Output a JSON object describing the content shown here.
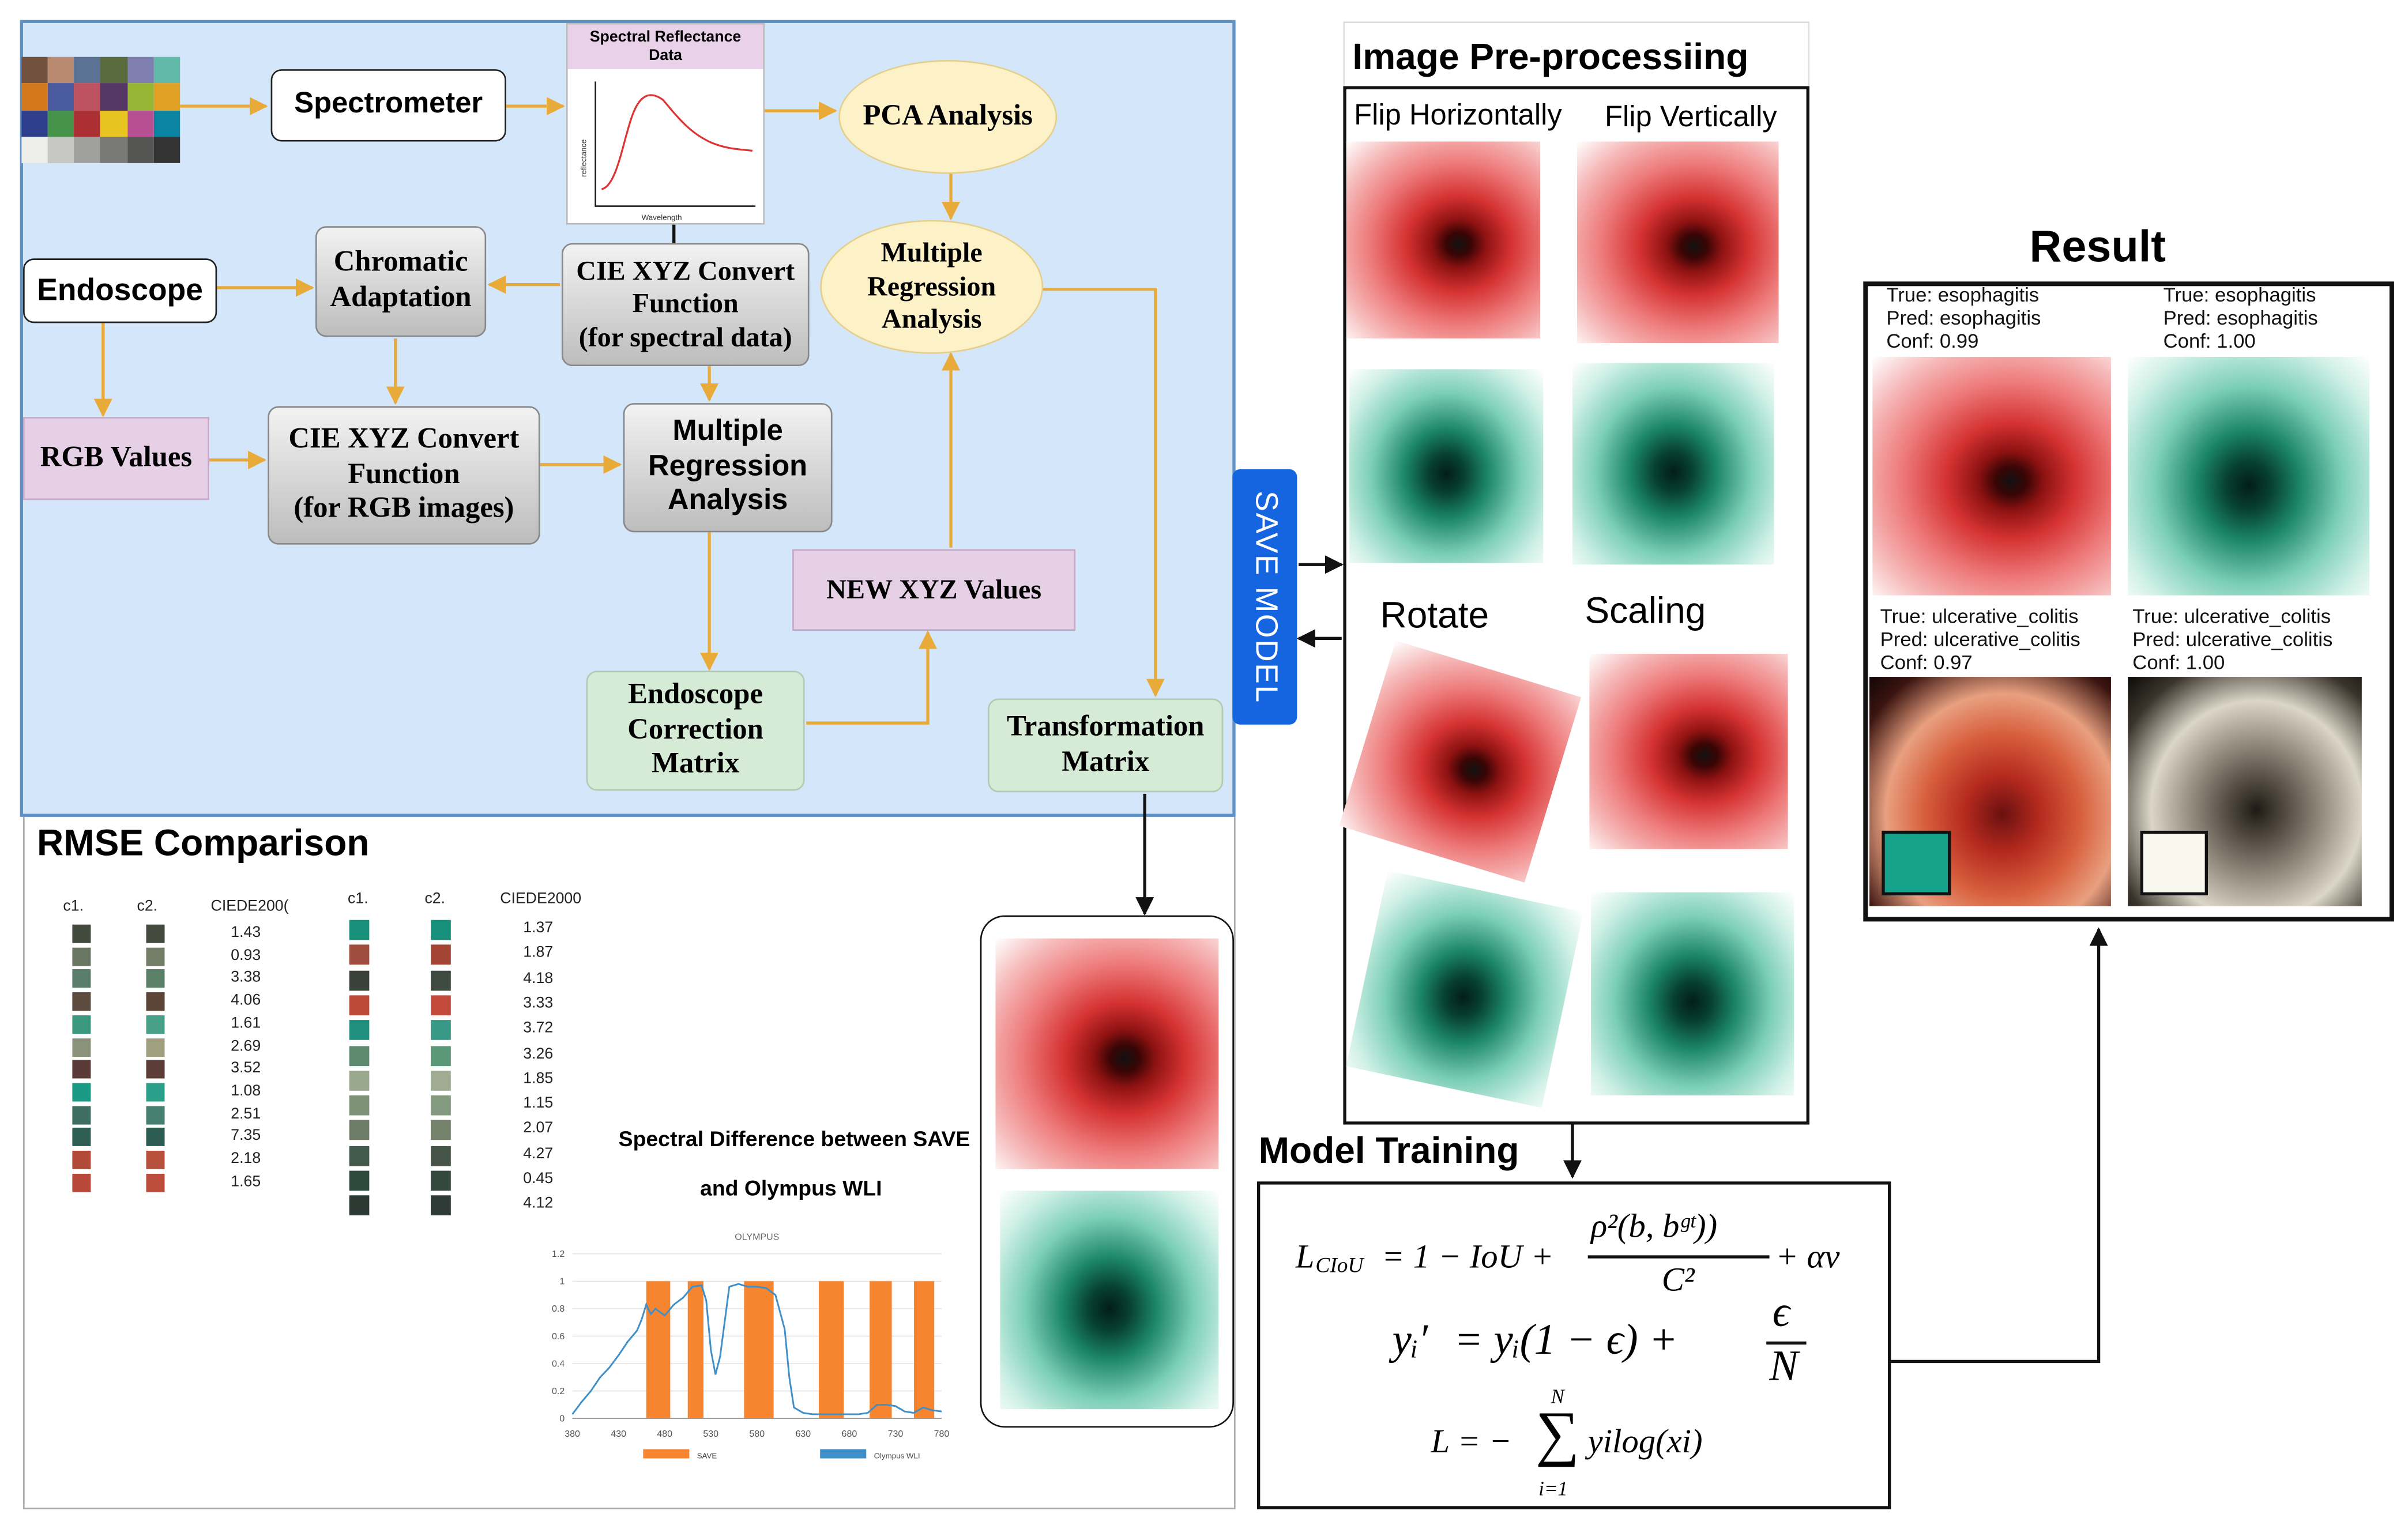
{
  "flow": {
    "spectrometer": "Spectrometer",
    "spectral_card_title": "Spectral Reflectance Data",
    "spectral_axis_y": "reflectance",
    "spectral_axis_x": "Wavelength",
    "pca": "PCA Analysis",
    "endoscope": "Endoscope",
    "chromatic": [
      "Chromatic",
      "Adaptation"
    ],
    "cie_spectral": [
      "CIE XYZ Convert",
      "Function",
      "(for spectral data)"
    ],
    "multi_reg_top": [
      "Multiple",
      "Regression",
      "Analysis"
    ],
    "rgb_values": "RGB Values",
    "cie_rgb": [
      "CIE XYZ Convert",
      "Function",
      "(for RGB images)"
    ],
    "multi_reg_mid": [
      "Multiple",
      "Regression",
      "Analysis"
    ],
    "new_xyz": "NEW XYZ Values",
    "endo_matrix": [
      "Endoscope",
      "Correction",
      "Matrix"
    ],
    "transform_matrix": [
      "Transformation",
      "Matrix"
    ]
  },
  "colors": {
    "flow_bg": "#d4e6f9",
    "save_blue": "#1565e0",
    "accent_orange": "#e8ab3a",
    "saveband_orange": "#f7842f",
    "olympus_blue": "#3f8fc9"
  },
  "save_model": "SAVE MODEL",
  "rmse": {
    "title": "RMSE Comparison",
    "left": {
      "headers": [
        "c1.",
        "c2.",
        "CIEDE200("
      ],
      "values": [
        "1.43",
        "0.93",
        "3.38",
        "4.06",
        "1.61",
        "2.69",
        "3.52",
        "1.08",
        "2.51",
        "7.35",
        "2.18",
        "1.65"
      ],
      "c1": [
        "#424a3e",
        "#6a7763",
        "#5a7e6a",
        "#5c4a3e",
        "#3c9880",
        "#8a927a",
        "#5a3a36",
        "#1a9a84",
        "#3d6e60",
        "#2e5e52",
        "#b24a3a",
        "#b8483a"
      ],
      "c2": [
        "#444a3e",
        "#727e68",
        "#5a8068",
        "#5c4436",
        "#48a08a",
        "#a0a080",
        "#5c3c36",
        "#2aa08a",
        "#468070",
        "#2c5c52",
        "#b8503e",
        "#bc4c3c"
      ]
    },
    "right": {
      "headers": [
        "c1.",
        "c2.",
        "CIEDE2000"
      ],
      "values": [
        "1.37",
        "1.87",
        "4.18",
        "3.33",
        "3.72",
        "3.26",
        "1.85",
        "1.15",
        "2.07",
        "4.27",
        "0.45",
        "4.12"
      ],
      "c1": [
        "#18907a",
        "#a04c3e",
        "#3a403a",
        "#bc4a3a",
        "#22907e",
        "#5e8a70",
        "#9aa88e",
        "#7e9278",
        "#6c7c66",
        "#425a4c",
        "#2e4a3e",
        "#2c3a34"
      ],
      "c2": [
        "#16907a",
        "#a44434",
        "#3e4a40",
        "#c24a3a",
        "#389a86",
        "#5a9878",
        "#a0ac92",
        "#849a80",
        "#74826c",
        "#445446",
        "#344840",
        "#2e3a36"
      ]
    }
  },
  "spectral_diff": [
    "Spectral Difference between SAVE",
    "and Olympus WLI"
  ],
  "chart_data": {
    "type": "line",
    "title": "OLYMPUS",
    "x_ticks": [
      "380",
      "430",
      "480",
      "530",
      "580",
      "630",
      "680",
      "730",
      "780"
    ],
    "y_ticks": [
      "0",
      "0.2",
      "0.4",
      "0.6",
      "0.8",
      "1",
      "1.2"
    ],
    "xlim": [
      380,
      780
    ],
    "ylim": [
      0,
      1.2
    ],
    "bands": [
      [
        460,
        486
      ],
      [
        505,
        522
      ],
      [
        566,
        598
      ],
      [
        647,
        674
      ],
      [
        702,
        726
      ],
      [
        750,
        772
      ]
    ],
    "series": [
      {
        "name": "SAVE",
        "color": "#f7842f",
        "kind": "bands",
        "value": 1.0
      },
      {
        "name": "Olympus WLI",
        "color": "#3f8fc9",
        "kind": "line",
        "x": [
          380,
          390,
          400,
          410,
          420,
          430,
          440,
          450,
          455,
          460,
          465,
          470,
          480,
          490,
          500,
          510,
          520,
          525,
          530,
          535,
          540,
          550,
          560,
          565,
          570,
          580,
          590,
          600,
          610,
          615,
          620,
          630,
          640,
          650,
          660,
          670,
          680,
          690,
          700,
          710,
          720,
          730,
          740,
          750,
          760,
          770,
          780
        ],
        "y": [
          0.03,
          0.12,
          0.2,
          0.3,
          0.37,
          0.46,
          0.56,
          0.64,
          0.72,
          0.83,
          0.76,
          0.8,
          0.75,
          0.83,
          0.88,
          0.96,
          0.97,
          0.86,
          0.5,
          0.32,
          0.45,
          0.96,
          0.98,
          0.97,
          0.96,
          0.96,
          0.95,
          0.9,
          0.65,
          0.3,
          0.08,
          0.04,
          0.03,
          0.03,
          0.03,
          0.03,
          0.03,
          0.03,
          0.04,
          0.1,
          0.1,
          0.09,
          0.05,
          0.04,
          0.08,
          0.06,
          0.05
        ]
      }
    ]
  },
  "preproc": {
    "title": "Image Pre-processiing",
    "flip_h": "Flip Horizontally",
    "flip_v": "Flip Vertically",
    "rotate": "Rotate",
    "scaling": "Scaling"
  },
  "result": {
    "title": "Result",
    "cards": [
      {
        "true": "True: esophagitis",
        "pred": "Pred: esophagitis",
        "conf": "Conf: 0.99"
      },
      {
        "true": "True: esophagitis",
        "pred": "Pred: esophagitis",
        "conf": "Conf: 1.00"
      },
      {
        "true": "True: ulcerative_colitis",
        "pred": "Pred: ulcerative_colitis",
        "conf": "Conf: 0.97"
      },
      {
        "true": "True: ulcerative_colitis",
        "pred": "Pred: ulcerative_colitis",
        "conf": "Conf: 1.00"
      }
    ]
  },
  "training": {
    "title": "Model Training",
    "eq1": {
      "lhs": "L",
      "lhs_sub": "CIoU",
      "rhs_a": "= 1 − IoU +",
      "num": "ρ²(b, bᵍᵗ))",
      "den": "C²",
      "rhs_b": "+ αv"
    },
    "eq2": {
      "lhs": "yᵢ′",
      "mid": "=  yᵢ(1 − ϵ) +",
      "num": "ϵ",
      "den": "N"
    },
    "eq3": {
      "lhs": "L = −",
      "sum": "∑",
      "sum_top": "N",
      "sum_bot": "i=1",
      "rhs": "yilog(xi)"
    }
  }
}
